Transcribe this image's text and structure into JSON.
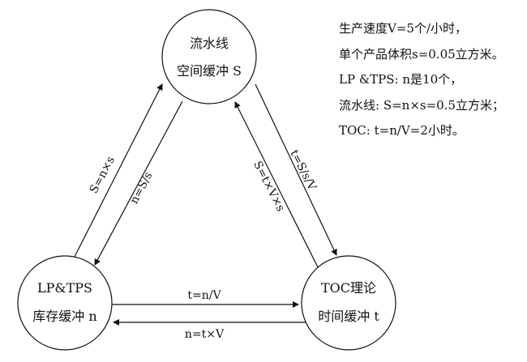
{
  "nodes": {
    "pipeline": {
      "line1": "流水线",
      "line2": "空间缓冲 S"
    },
    "lp_tps": {
      "line1": "LP&TPS",
      "line2": "库存缓冲 n"
    },
    "toc": {
      "line1": "TOC理论",
      "line2": "时间缓冲 t"
    }
  },
  "edges": {
    "left_outer": "S=n×s",
    "left_inner": "n=S/s",
    "right_inner": "S=t×V×s",
    "right_outer": "t=S/s/V",
    "bottom_top": "t=n/V",
    "bottom_bottom": "n=t×V"
  },
  "notes": [
    "生产速度V=5个/小时，",
    "单个产品体积s=0.05立方米。",
    "LP &TPS: n是10个，",
    "流水线: S=n×s=0.5立方米；",
    "TOC: t=n/V=2小时。"
  ]
}
